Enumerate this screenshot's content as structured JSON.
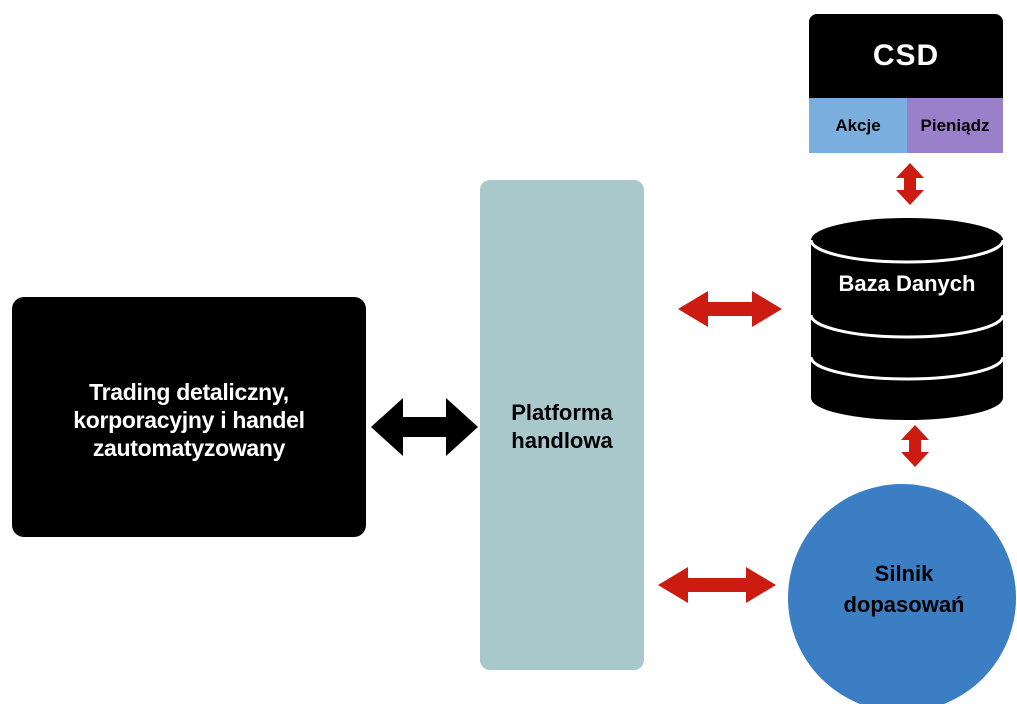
{
  "nodes": {
    "trading": "Trading detaliczny,\nkorporacyjny i handel\nzautomatyzowany",
    "platform": "Platforma\nhandlowa",
    "csd": {
      "title": "CSD",
      "akcje": "Akcje",
      "pieniadz": "Pieniądz"
    },
    "database": "Baza Danych",
    "engine": "Silnik\ndopasowań"
  },
  "colors": {
    "black": "#000000",
    "platform": "#a8c8cc",
    "akcje": "#7aaede",
    "pieniadz": "#9a7fca",
    "engine": "#3b7ec3",
    "arrow_red": "#cc1b10",
    "arrow_black": "#000000"
  }
}
